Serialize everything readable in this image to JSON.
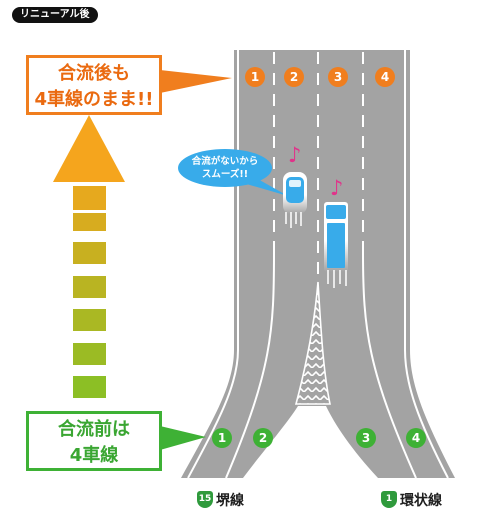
{
  "header": {
    "tag": "リニューアル後"
  },
  "callout_after": {
    "line1": "合流後も",
    "line2": "4車線のまま!!"
  },
  "callout_before": {
    "line1": "合流前は",
    "line2": "4車線"
  },
  "lanes_after": [
    "1",
    "2",
    "3",
    "4"
  ],
  "lanes_before": [
    "1",
    "2",
    "3",
    "4"
  ],
  "bubble": {
    "line1": "合流がないから",
    "line2": "スムーズ!!"
  },
  "note_glyph": "♪",
  "routes": [
    {
      "number": "15",
      "name": "堺線"
    },
    {
      "number": "1",
      "name": "環状線"
    }
  ],
  "colors": {
    "orange": "#f07e1e",
    "green": "#3eb135",
    "road": "#a3a3a3",
    "arrow_top": "#f5a51d",
    "arrow_bottom": "#8cbf25",
    "car_blue": "#38abea"
  }
}
